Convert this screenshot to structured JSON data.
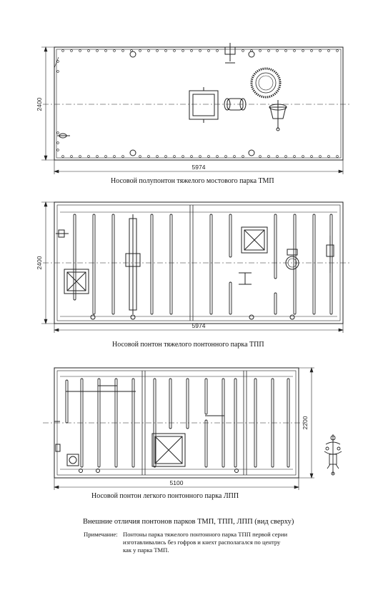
{
  "drawings": [
    {
      "caption": "Носовой полупонтон тяжелого мостового парка ТМП",
      "length_label": "5974",
      "width_label": "2400"
    },
    {
      "caption": "Носовой понтон тяжелого понтонного парка ТПП",
      "length_label": "5974",
      "width_label": "2400"
    },
    {
      "caption": "Носовой понтон легкого понтонного парка ЛПП",
      "length_label": "5100",
      "width_label": "2200"
    }
  ],
  "title": "Внешние отличия понтонов парков ТМП, ТПП, ЛПП (вид сверху)",
  "note": {
    "label": "Примечание:",
    "lines": [
      "Понтоны парка тяжелого понтонного парка ТПП первой серии",
      "изготавливались без гофров и кнехт располагался по центру",
      "как у парка ТМП."
    ]
  }
}
